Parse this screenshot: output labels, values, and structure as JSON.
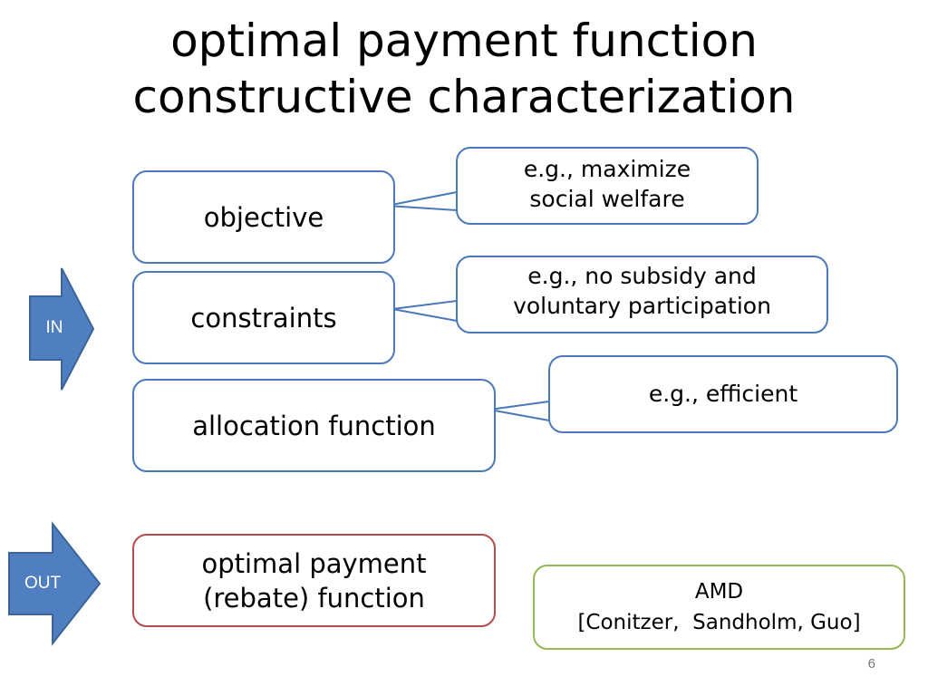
{
  "title": {
    "line1": "optimal payment function",
    "line2": "constructive characterization"
  },
  "inputs": {
    "objective": "objective",
    "constraints": "constraints",
    "allocation": "allocation function"
  },
  "callouts": {
    "objective_line1": "e.g., maximize",
    "objective_line2": "social welfare",
    "constraints_line1": "e.g., no subsidy and",
    "constraints_line2": "voluntary participation",
    "allocation": "e.g., efficient"
  },
  "output": {
    "line1": "optimal payment",
    "line2": "(rebate) function"
  },
  "reference": {
    "line1": "AMD",
    "line2": "[Conitzer,  Sandholm, Guo]"
  },
  "arrows": {
    "in_label": "IN",
    "out_label": "OUT"
  },
  "page_number": "6",
  "colors": {
    "blue": "#4a79b9",
    "arrow_fill": "#4f7fc0",
    "red": "#b54a4a",
    "green": "#92b955"
  }
}
